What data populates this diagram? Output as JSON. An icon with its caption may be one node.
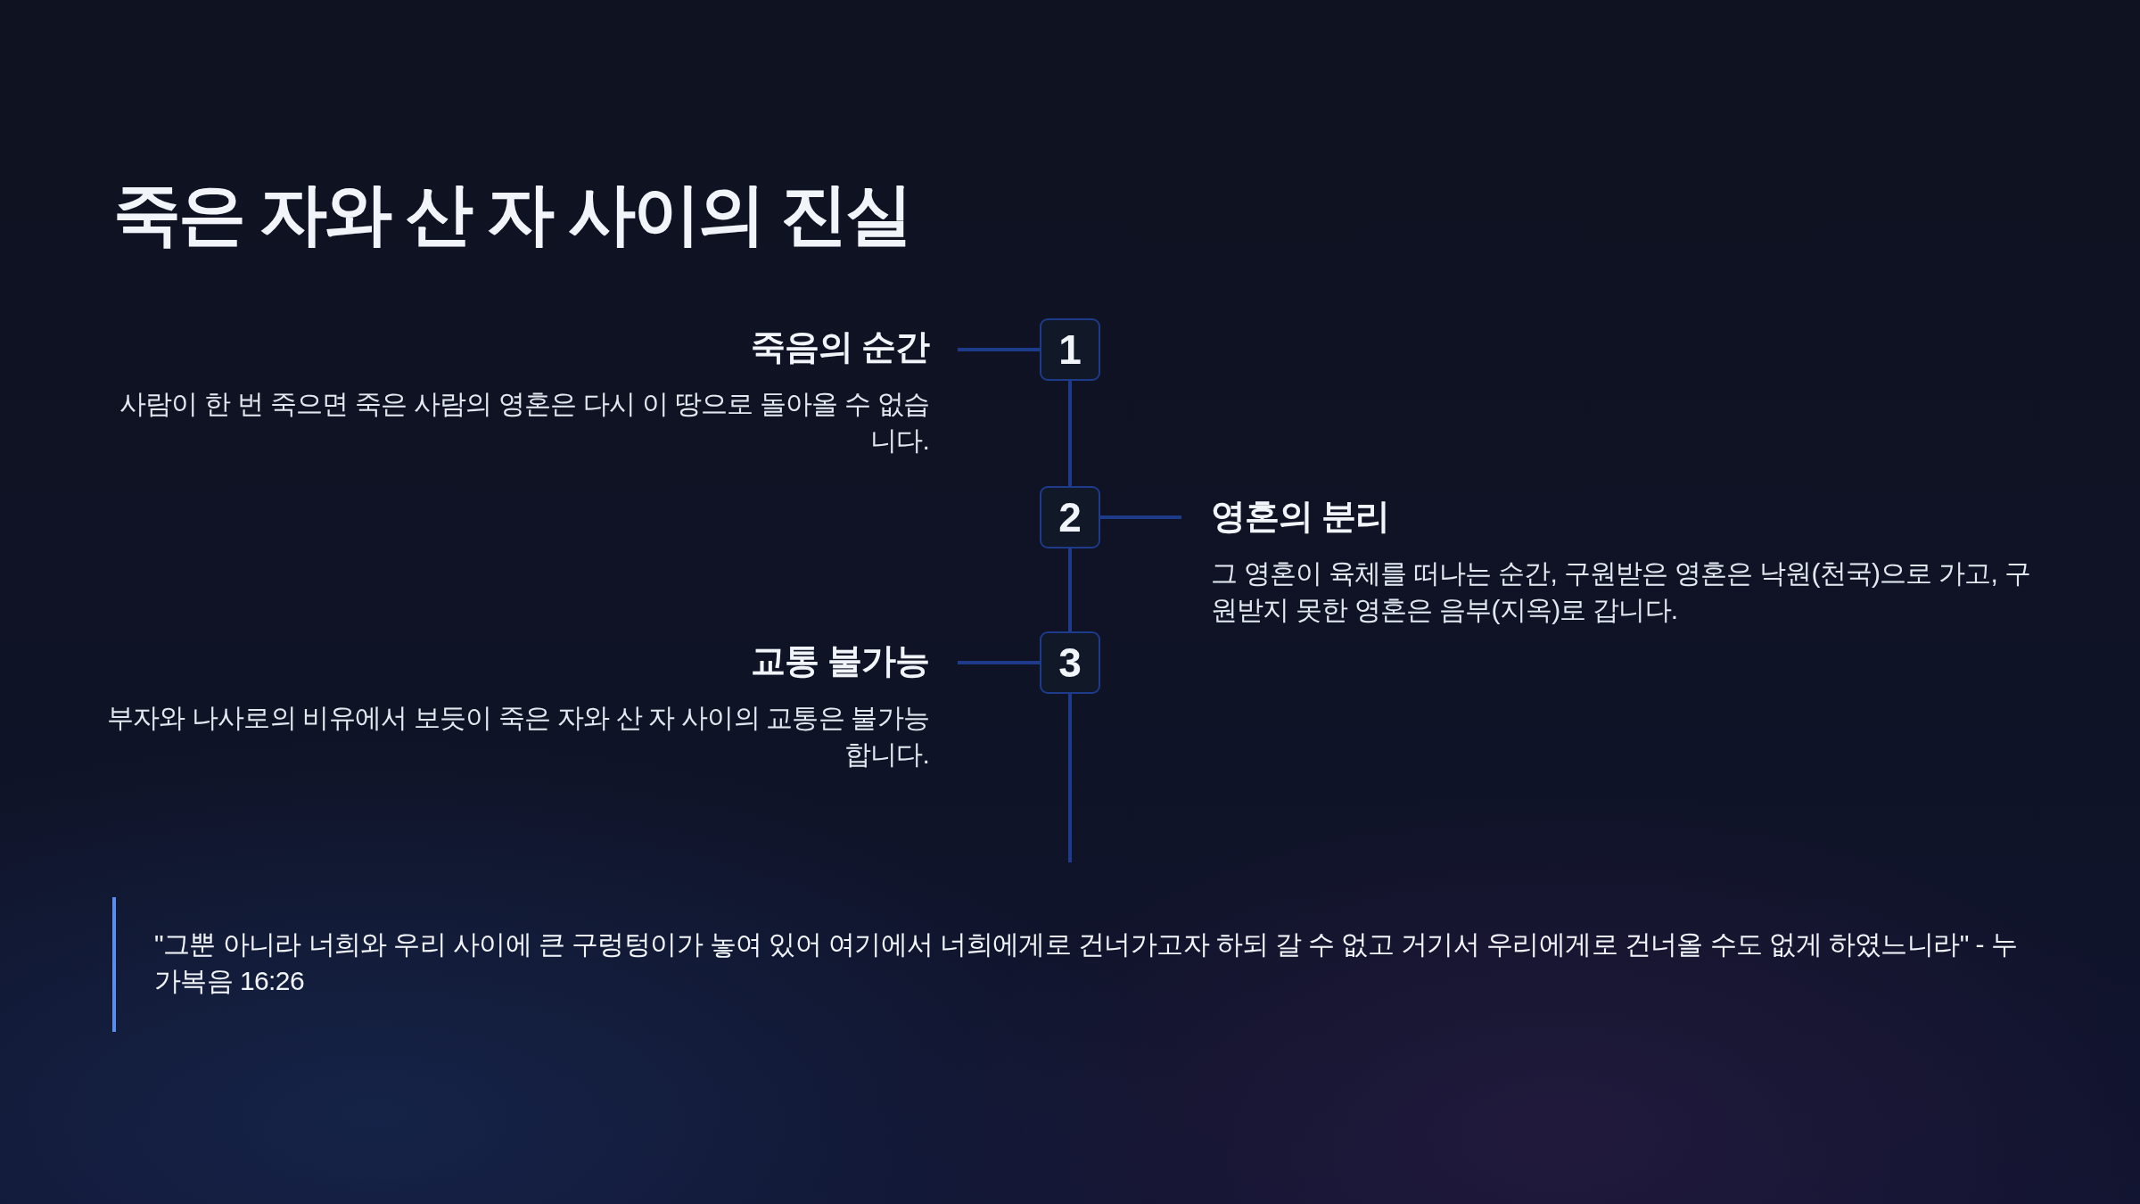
{
  "diagram": {
    "title": "죽은 자와 산 자 사이의 진실",
    "nodes": [
      {
        "text": [
          "1"
        ]
      },
      {
        "text": [
          "죽음의 순간",
          "사람이 한 번 죽으면 죽은 사람의 영혼은 다시 이 땅으로 돌아올 수 없습니다."
        ]
      },
      {
        "text": [
          "2"
        ]
      },
      {
        "text": [
          "영혼의 분리",
          "그 영혼이 육체를 떠나는 순간, 구원받은 영혼은 낙원(천국)으로 가고, 구원받지 못한 영혼은 음부(지옥)로 갑니다."
        ]
      },
      {
        "text": [
          "3"
        ]
      },
      {
        "text": [
          "교통 불가능",
          "부자와 나사로의 비유에서 보듯이 죽은 자와 산 자 사이의 교통은 불가능합니다."
        ]
      }
    ],
    "edges": [
      {
        "from": 1,
        "to": 0,
        "arrow": "none"
      },
      {
        "from": 0,
        "to": 2,
        "arrow": "none"
      },
      {
        "from": 2,
        "to": 3,
        "arrow": "none"
      },
      {
        "from": 2,
        "to": 4,
        "arrow": "none"
      },
      {
        "from": 5,
        "to": 4,
        "arrow": "none"
      },
      {
        "from": 4,
        "to": null,
        "arrow": "none"
      }
    ],
    "labels": [
      "\"그뿐 아니라 너희와 우리 사이에 큰 구렁텅이가 놓여 있어 여기에서 너희에게로 건너가고자 하되 갈 수 없고 거기서 우리에게로 건너올 수도 없게 하였느니라\" - 누가복음 16:26"
    ]
  }
}
